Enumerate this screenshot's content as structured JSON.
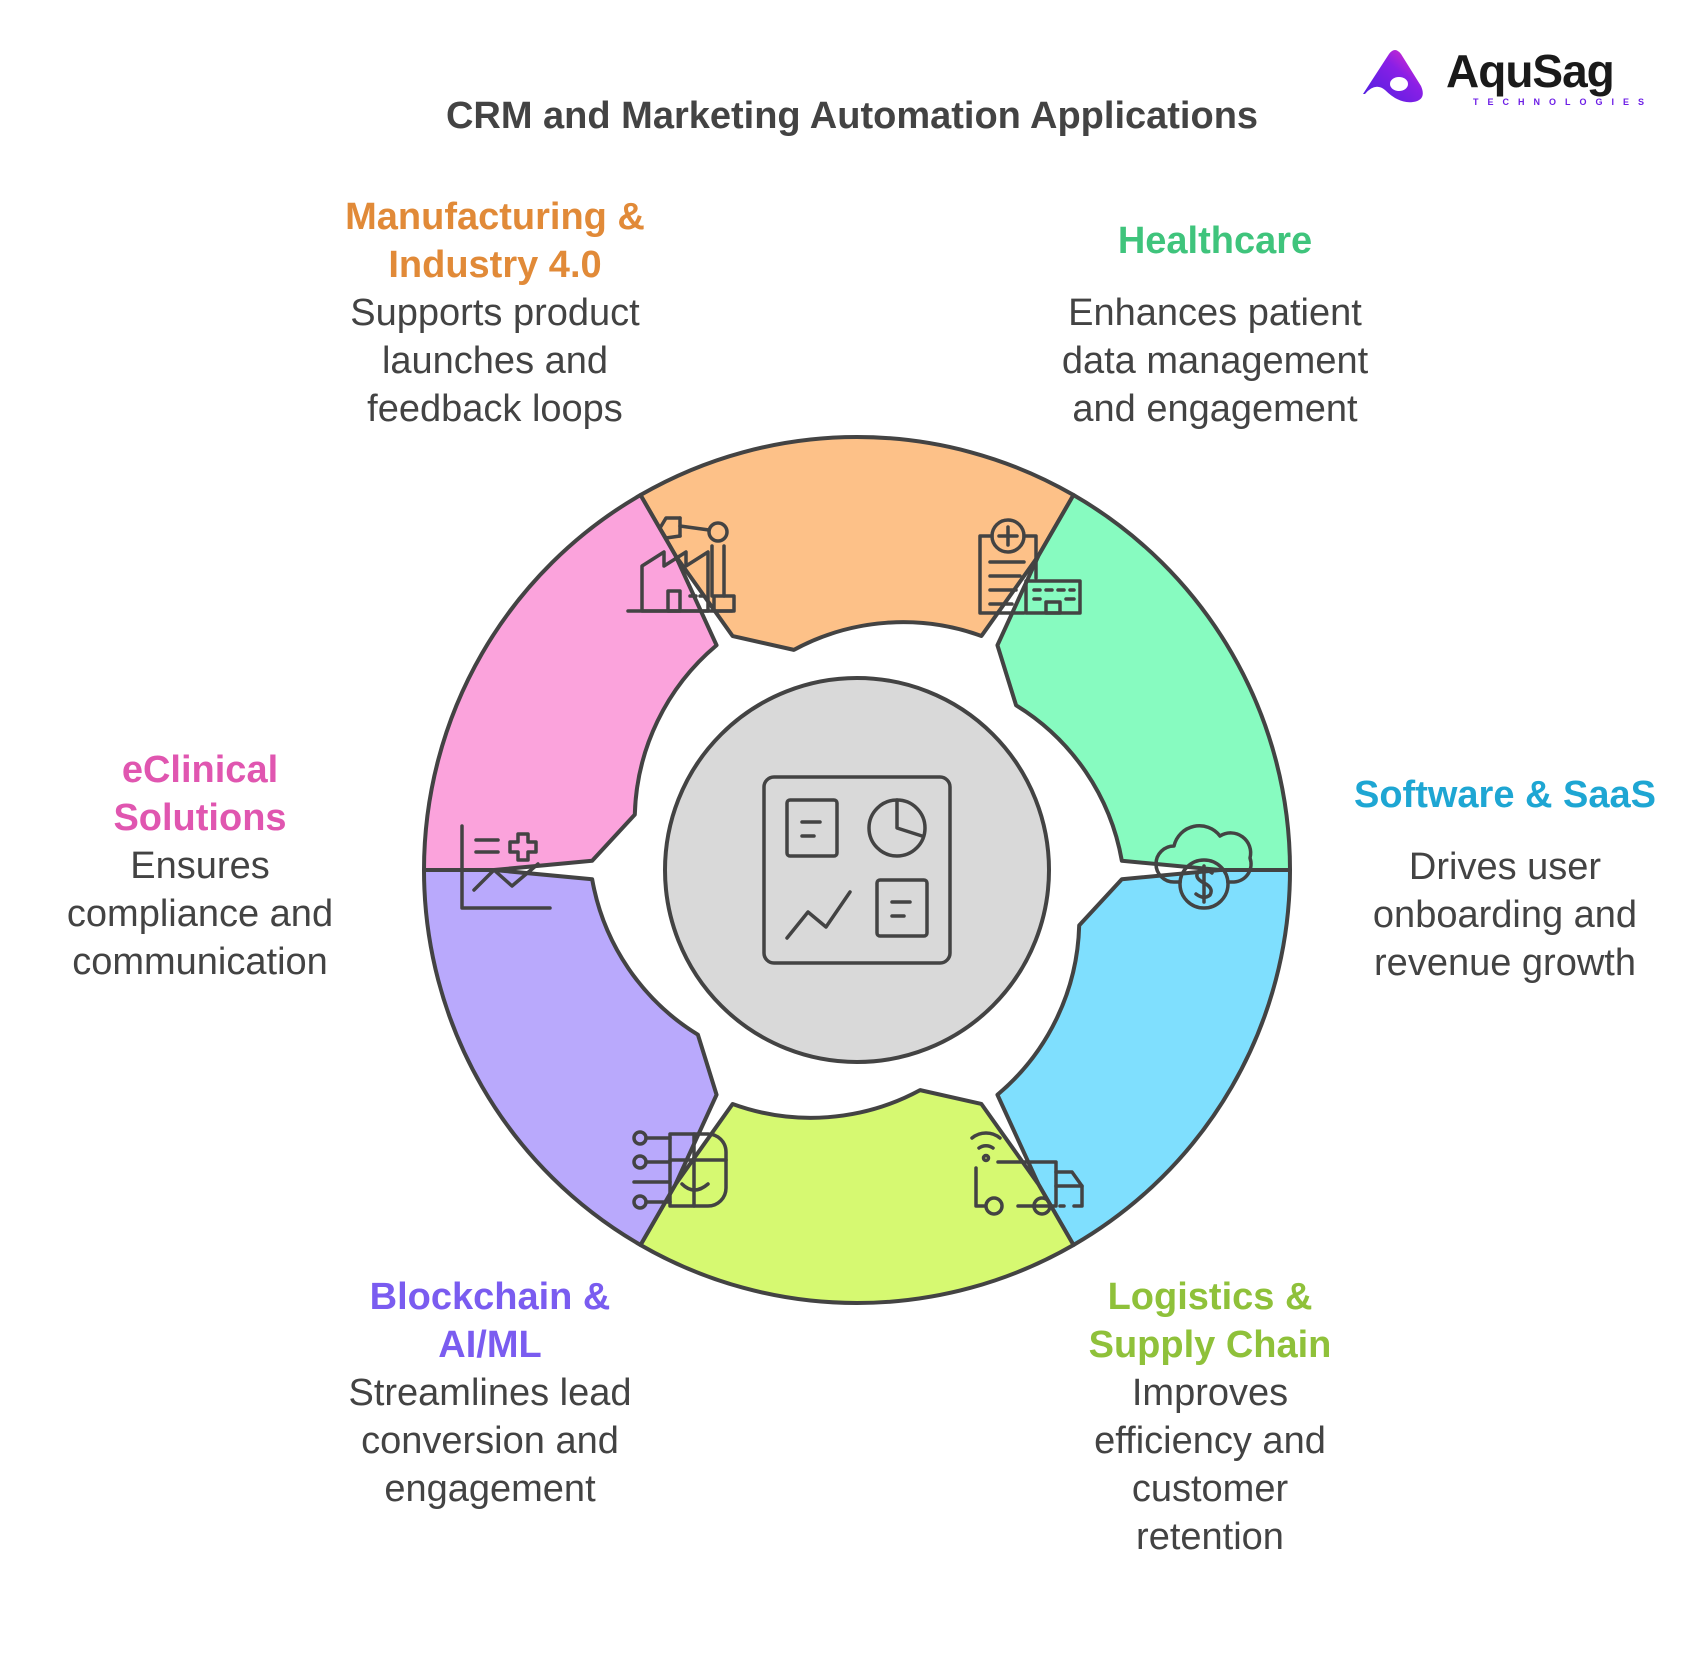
{
  "title": "CRM and Marketing Automation Applications",
  "logo": {
    "name": "AquSag",
    "tagline": "TECHNOLOGIES"
  },
  "colors": {
    "manufacturing": "#fdc188",
    "healthcare": "#87fbc0",
    "software": "#7fdffe",
    "logistics": "#d6f971",
    "blockchain": "#b9a9fc",
    "eclinical": "#fba3dc",
    "center": "#d9d9d9",
    "outline": "#434343"
  },
  "segments": [
    {
      "key": "manufacturing",
      "title_line1": "Manufacturing &",
      "title_line2": "Industry 4.0",
      "desc_line1": "Supports product",
      "desc_line2": "launches and",
      "desc_line3": "feedback loops",
      "title_color": "#e18a38",
      "icon": "factory-robot-arm-icon"
    },
    {
      "key": "healthcare",
      "title_line1": "Healthcare",
      "title_line2": "",
      "desc_line1": "Enhances patient",
      "desc_line2": "data management",
      "desc_line3": "and engagement",
      "title_color": "#3fc47c",
      "icon": "medical-record-hospital-icon"
    },
    {
      "key": "software",
      "title_line1": "Software & SaaS",
      "title_line2": "",
      "desc_line1": "Drives user",
      "desc_line2": "onboarding and",
      "desc_line3": "revenue growth",
      "title_color": "#1ea6d3",
      "icon": "cloud-dollar-icon"
    },
    {
      "key": "logistics",
      "title_line1": "Logistics &",
      "title_line2": "Supply Chain",
      "desc_line1": "Improves",
      "desc_line2": "efficiency and",
      "desc_line3": "customer",
      "desc_line4": "retention",
      "title_color": "#8fc13a",
      "icon": "connected-truck-icon"
    },
    {
      "key": "blockchain",
      "title_line1": "Blockchain &",
      "title_line2": "AI/ML",
      "desc_line1": "Streamlines lead",
      "desc_line2": "conversion and",
      "desc_line3": "engagement",
      "title_color": "#7a5cf0",
      "icon": "ai-brain-circuit-icon"
    },
    {
      "key": "eclinical",
      "title_line1": "eClinical",
      "title_line2": "Solutions",
      "desc_line1": "Ensures",
      "desc_line2": "compliance and",
      "desc_line3": "communication",
      "title_color": "#e056b0",
      "icon": "chart-medical-cross-icon"
    }
  ],
  "center_icon": "dashboard-analytics-icon"
}
